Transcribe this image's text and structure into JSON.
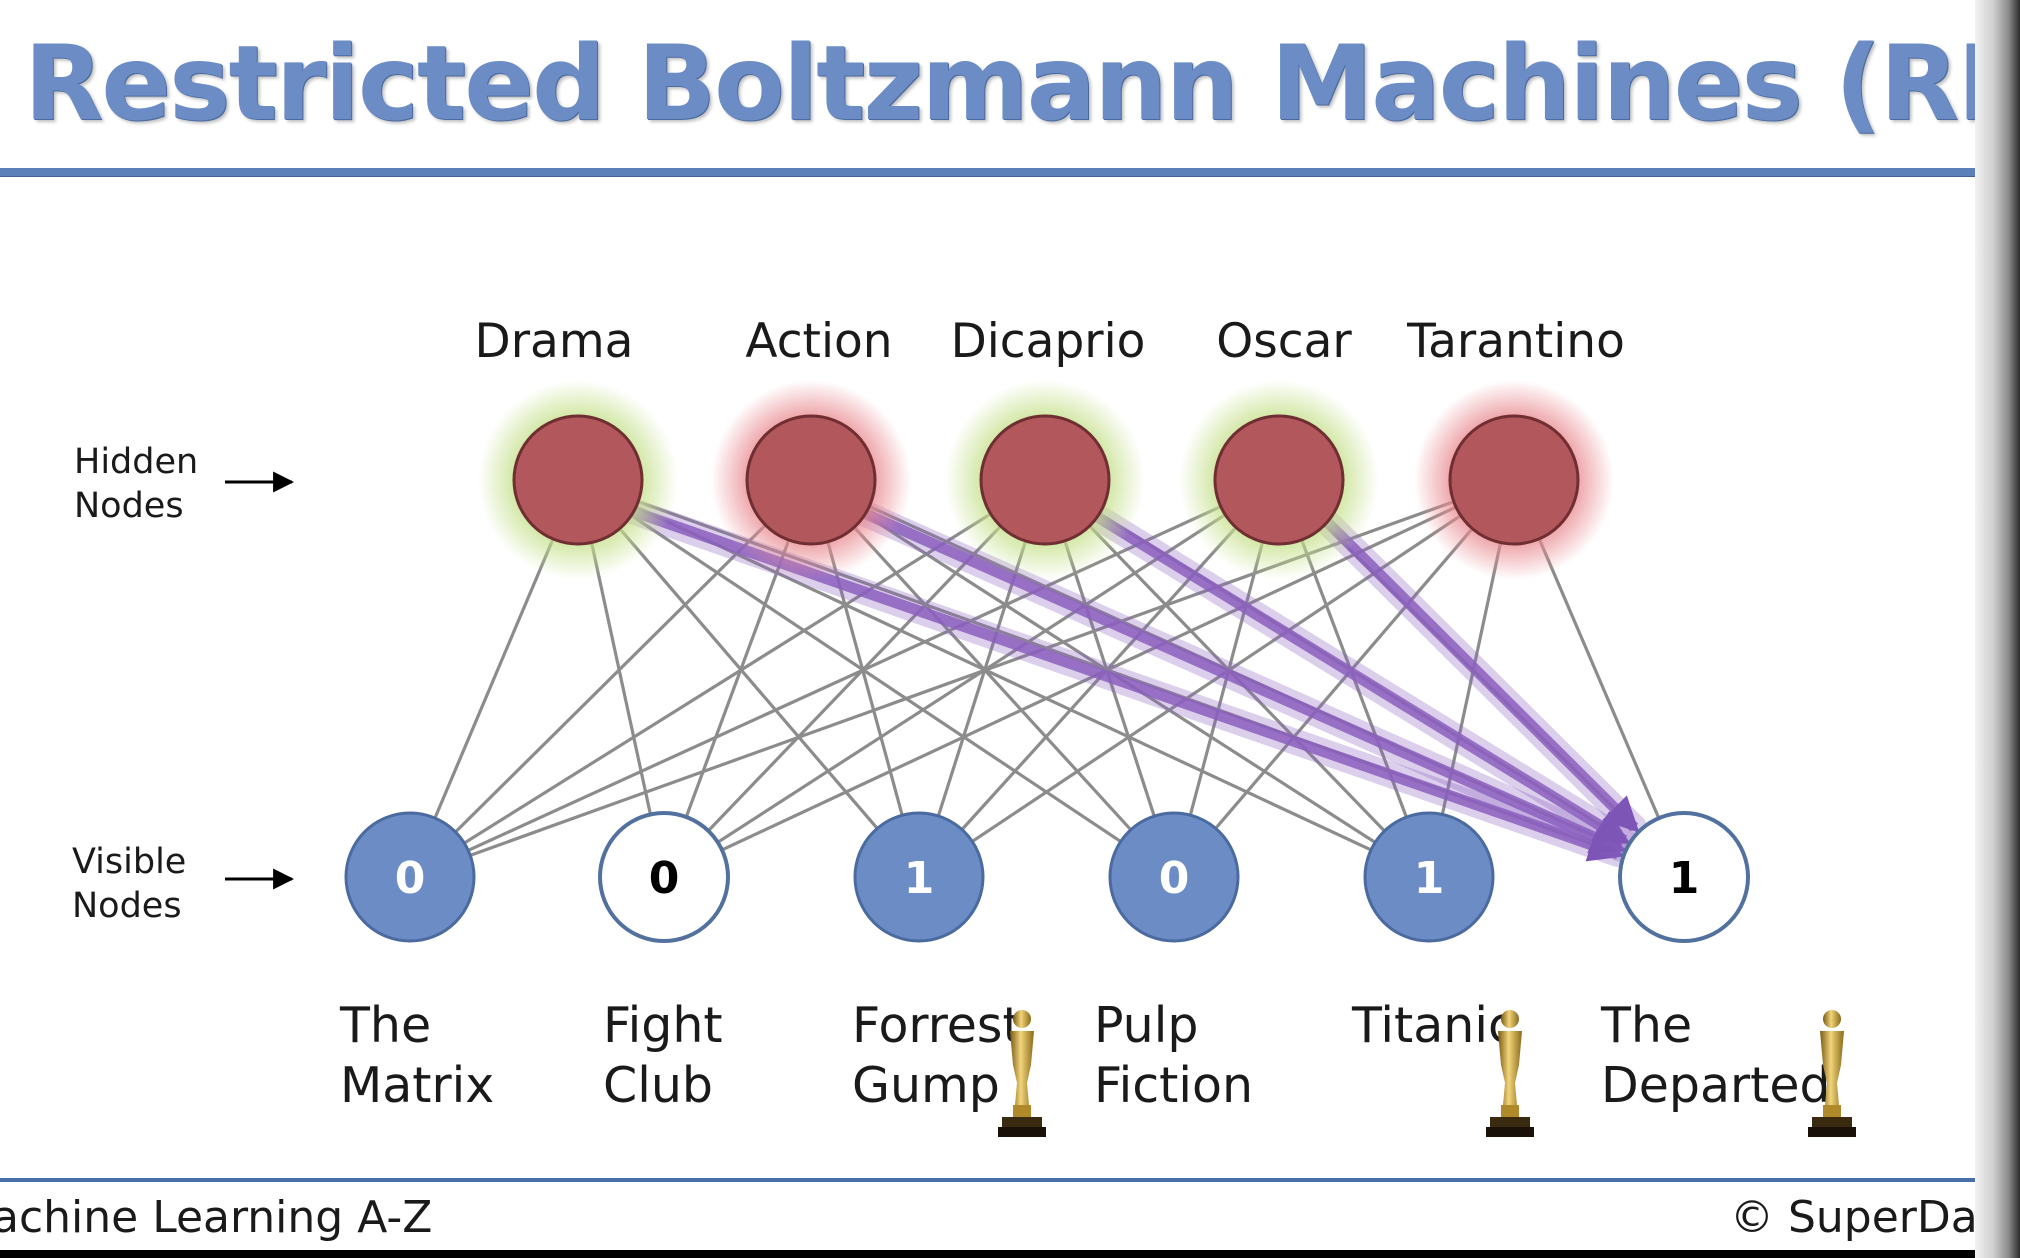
{
  "slide": {
    "title": "Restricted Boltzmann Machines (RBM)",
    "footer_left": "achine Learning A-Z",
    "footer_right": "© SuperDataS"
  },
  "labels": {
    "hidden": [
      "Hidden",
      "Nodes"
    ],
    "visible": [
      "Visible",
      "Nodes"
    ]
  },
  "hidden_nodes": [
    {
      "label": "Drama",
      "glow": "green"
    },
    {
      "label": "Action",
      "glow": "red"
    },
    {
      "label": "Dicaprio",
      "glow": "green"
    },
    {
      "label": "Oscar",
      "glow": "green"
    },
    {
      "label": "Tarantino",
      "glow": "red"
    }
  ],
  "visible_nodes": [
    {
      "value": "0",
      "style": "filled",
      "title": [
        "The",
        "Matrix"
      ],
      "oscar": false
    },
    {
      "value": "0",
      "style": "outline",
      "title": [
        "Fight",
        "Club"
      ],
      "oscar": false
    },
    {
      "value": "1",
      "style": "filled",
      "title": [
        "Forrest",
        "Gump"
      ],
      "oscar": true
    },
    {
      "value": "0",
      "style": "filled",
      "title": [
        "Pulp",
        "Fiction"
      ],
      "oscar": false
    },
    {
      "value": "1",
      "style": "filled",
      "title": [
        "Titanic",
        ""
      ],
      "oscar": true
    },
    {
      "value": "1",
      "style": "outline",
      "title": [
        "The",
        "Departed"
      ],
      "oscar": true
    }
  ],
  "highlight": {
    "target_visible": 5,
    "source_hidden": [
      0,
      1,
      2,
      3
    ]
  },
  "colors": {
    "title": "#6b8cc4",
    "hidden_fill": "#b2575b",
    "visible_fill": "#6b8cc4",
    "glow_green": "#c5e08a",
    "glow_red": "#e98a90",
    "edge": "#8c8c8c",
    "highlight_edge": "#8b5fc0"
  }
}
